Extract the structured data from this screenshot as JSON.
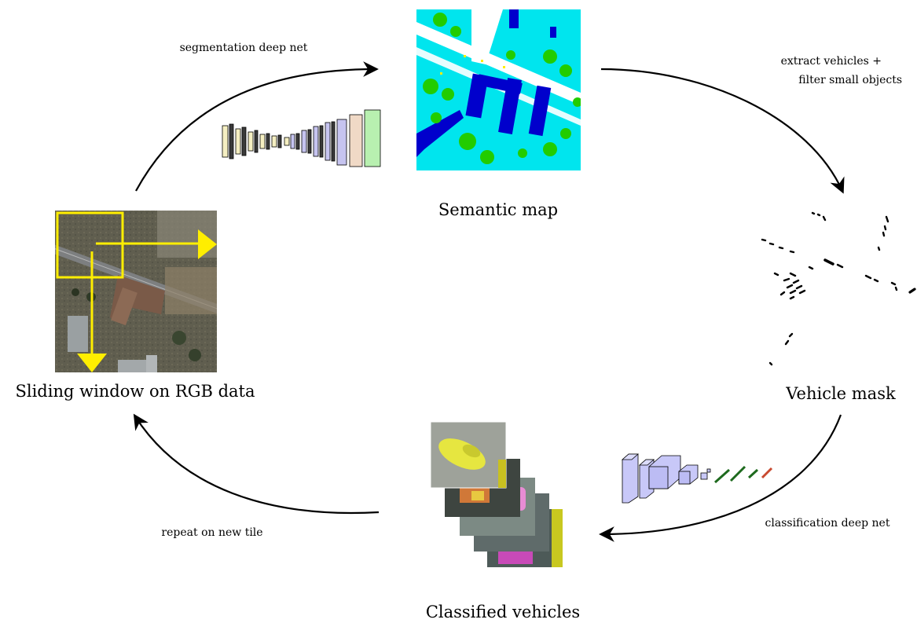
{
  "nodes": {
    "semantic_map": "Semantic map",
    "vehicle_mask": "Vehicle mask",
    "classified_vehicles": "Classified vehicles",
    "sliding_window": "Sliding window on RGB data"
  },
  "edges": {
    "segmentation": "segmentation deep net",
    "extract_line1": "extract vehicles +",
    "extract_line2": "filter small objects",
    "classification": "classification deep net",
    "repeat": "repeat on new tile"
  },
  "colors": {
    "window_overlay": "#ffee00",
    "semantic_background": "#00e5ee",
    "semantic_building": "#0000cc",
    "semantic_tree": "#22cc00",
    "semantic_road": "#ffffff",
    "segnet_encoder": "#f5efc2",
    "segnet_decoder": "#c6c4f0",
    "segnet_output_1": "#f0d9c6",
    "segnet_output_2": "#b8f0b0",
    "classnet_layers": "#c8c8f8",
    "classnet_fc": "#a0d8a0"
  },
  "icons": {
    "segmentation_net": "encoder-decoder-network-icon",
    "classification_net": "convolutional-classifier-icon",
    "vehicle_thumbnails": "stacked-vehicle-crops-icon"
  }
}
